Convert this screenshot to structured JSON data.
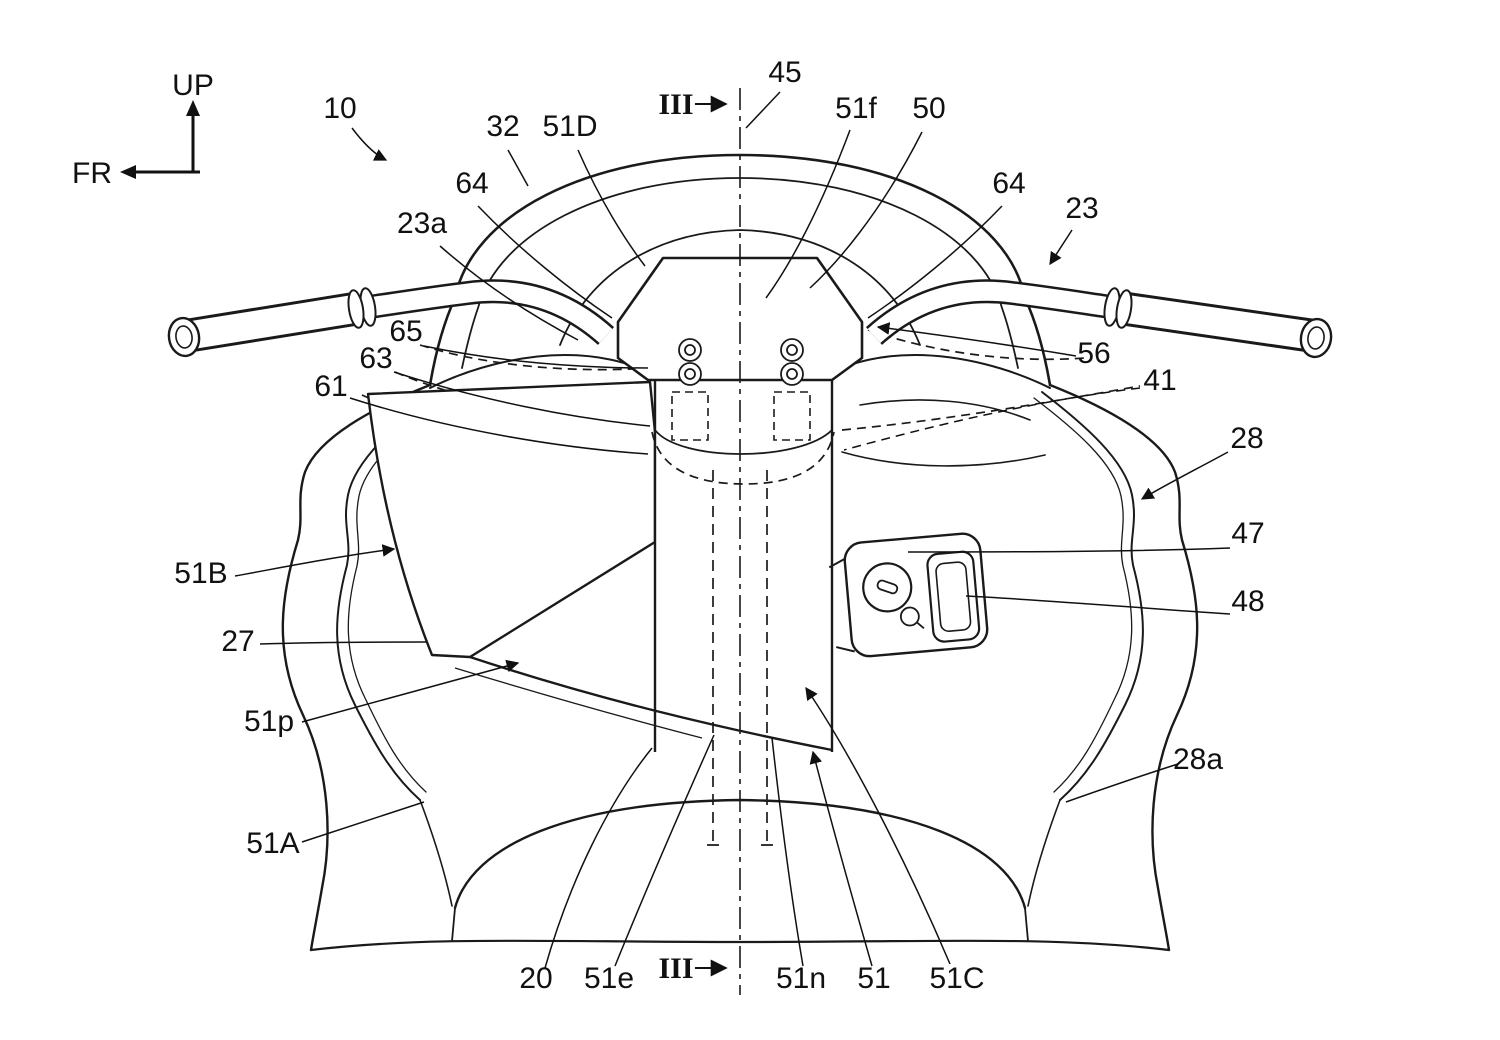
{
  "figure": {
    "type": "patent-line-drawing",
    "view": "handlebar and front-body assembly of saddle-ride vehicle, rider view",
    "orientation": {
      "up": "UP",
      "front": "FR"
    },
    "section_marker": "III",
    "labels": {
      "n10": "10",
      "n32": "32",
      "n51D": "51D",
      "n45": "45",
      "n51f": "51f",
      "n50": "50",
      "n64L": "64",
      "n64R": "64",
      "n23": "23",
      "n23a": "23a",
      "n65": "65",
      "n63": "63",
      "n61": "61",
      "n56": "56",
      "n41": "41",
      "n28": "28",
      "n47": "47",
      "n48": "48",
      "n51B": "51B",
      "n27": "27",
      "n51p": "51p",
      "n28a": "28a",
      "n51A": "51A",
      "n20": "20",
      "n51e": "51e",
      "nIIItop": "III",
      "nIIIbottom": "III",
      "n51n": "51n",
      "n51": "51",
      "n51C": "51C"
    }
  }
}
